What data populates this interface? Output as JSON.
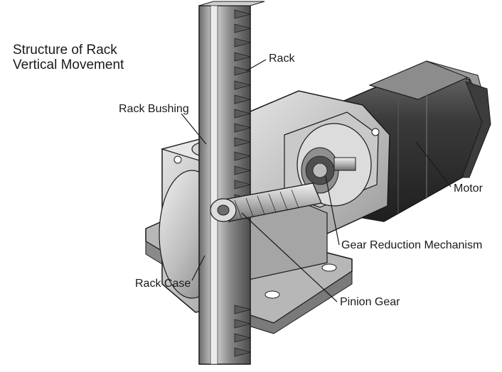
{
  "title_lines": [
    "Structure of Rack",
    "Vertical Movement"
  ],
  "labels": {
    "rack": "Rack",
    "rack_bushing": "Rack Bushing",
    "motor": "Motor",
    "gear_reduction": "Gear Reduction Mechanism",
    "rack_case": "Rack Case",
    "pinion_gear": "Pinion Gear"
  },
  "colors": {
    "line": "#1a1a1a",
    "metal_light": "#d7d7d7",
    "metal_mid": "#a9a9a9",
    "metal_dark": "#585858",
    "motor_dark": "#2e2e2e"
  }
}
